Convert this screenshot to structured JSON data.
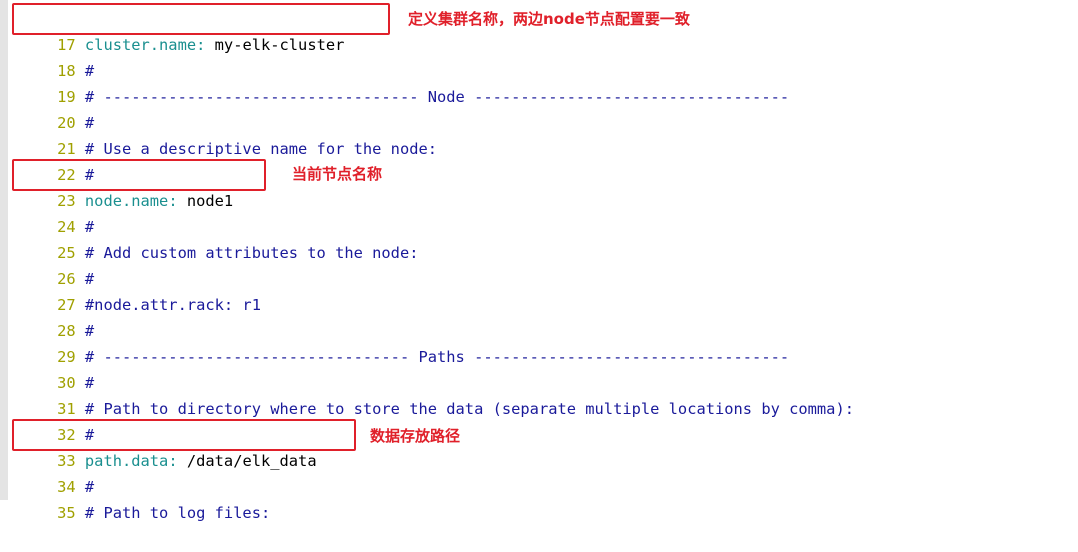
{
  "editor": {
    "lines": [
      {
        "num": "17",
        "key": "cluster.name",
        "value": "my-elk-cluster"
      },
      {
        "num": "18",
        "text": "#"
      },
      {
        "num": "19",
        "text": "# ---------------------------------- Node ----------------------------------"
      },
      {
        "num": "20",
        "text": "#"
      },
      {
        "num": "21",
        "text": "# Use a descriptive name for the node:"
      },
      {
        "num": "22",
        "text": "#"
      },
      {
        "num": "23",
        "key": "node.name",
        "value": "node1"
      },
      {
        "num": "24",
        "text": "#"
      },
      {
        "num": "25",
        "text": "# Add custom attributes to the node:"
      },
      {
        "num": "26",
        "text": "#"
      },
      {
        "num": "27",
        "text": "#node.attr.rack: r1"
      },
      {
        "num": "28",
        "text": "#"
      },
      {
        "num": "29",
        "text": "# --------------------------------- Paths ----------------------------------"
      },
      {
        "num": "30",
        "text": "#"
      },
      {
        "num": "31",
        "text": "# Path to directory where to store the data (separate multiple locations by comma):"
      },
      {
        "num": "32",
        "text": "#"
      },
      {
        "num": "33",
        "key": "path.data",
        "value": "/data/elk_data"
      },
      {
        "num": "34",
        "text": "#"
      },
      {
        "num": "35",
        "text": "# Path to log files:"
      }
    ]
  },
  "annotations": {
    "cluster_name": "定义集群名称，两边node节点配置要一致",
    "node_name": "当前节点名称",
    "path_data": "数据存放路径"
  },
  "colors": {
    "line_number": "#a0a000",
    "comment": "#1a1a9a",
    "key": "#1a8f8f",
    "value": "#000000",
    "highlight": "#e0202a"
  }
}
